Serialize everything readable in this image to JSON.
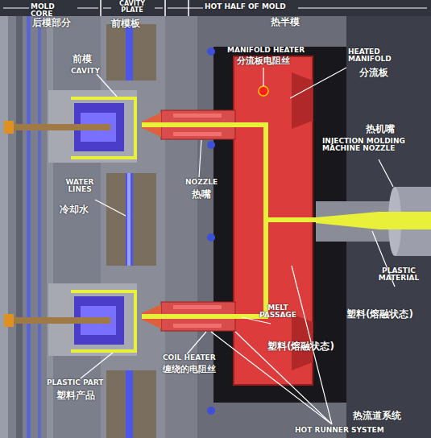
{
  "diagram": {
    "labels": [
      "MOLD CORE",
      "CAVITY PLATE",
      "HOT HALF OF MOLD",
      "后模部分",
      "前模板",
      "热半模",
      "MANIFOLD HEATER",
      "分流板电阻丝",
      "HEATED MANIFOLD",
      "分流板",
      "前模",
      "CAVITY",
      "热机嘴",
      "INJECTION MOLDING MACHINE NOZZLE",
      "NOZZLE",
      "热嘴",
      "WATER LINES",
      "冷却水",
      "PLASTIC MATERIAL",
      "塑料(熔融状态)",
      "MELT PASSAGE",
      "塑料(熔融状态)",
      "COIL HEATER",
      "缠绕的电阻丝",
      "PLASTIC PART",
      "塑料产品",
      "热流道系统",
      "HOT RUNNER SYSTEM"
    ]
  }
}
